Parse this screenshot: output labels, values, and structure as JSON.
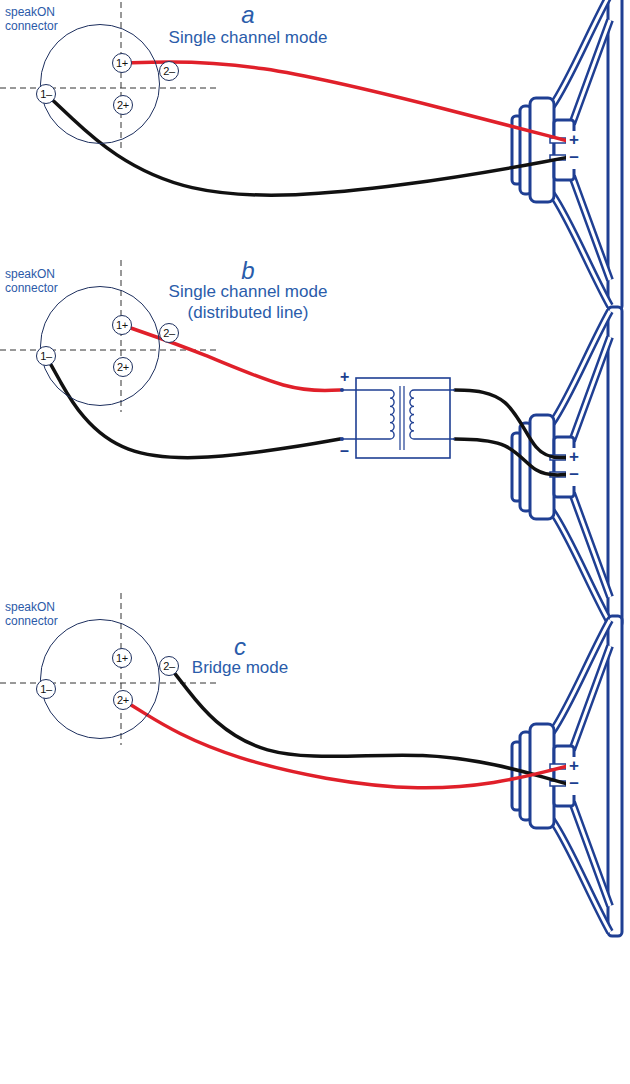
{
  "diagram": {
    "nodes": [
      {
        "text": [
          "speakON connector"
        ]
      },
      {
        "text": [
          "1+"
        ],
        "in": 0
      },
      {
        "text": [
          "2–"
        ],
        "in": 0
      },
      {
        "text": [
          "1–"
        ],
        "in": 0
      },
      {
        "text": [
          "2+"
        ],
        "in": 0
      },
      {
        "text": [
          "+",
          "–"
        ]
      },
      {
        "text": [
          "speakON connector"
        ]
      },
      {
        "text": [
          "1+"
        ],
        "in": 6
      },
      {
        "text": [
          "2–"
        ],
        "in": 6
      },
      {
        "text": [
          "1–"
        ],
        "in": 6
      },
      {
        "text": [
          "2+"
        ],
        "in": 6
      },
      {
        "text": [
          "+",
          "–"
        ]
      },
      {
        "text": [
          "+",
          "–"
        ]
      },
      {
        "text": [
          "speakON connector"
        ]
      },
      {
        "text": [
          "1+"
        ],
        "in": 13
      },
      {
        "text": [
          "2–"
        ],
        "in": 13
      },
      {
        "text": [
          "1–"
        ],
        "in": 13
      },
      {
        "text": [
          "2+"
        ],
        "in": 13
      },
      {
        "text": [
          "+",
          "–"
        ]
      }
    ],
    "edges": [
      {
        "from": 1,
        "to": 5,
        "arrow": "none"
      },
      {
        "from": 3,
        "to": 5,
        "arrow": "none"
      },
      {
        "from": 7,
        "to": 11,
        "arrow": "none"
      },
      {
        "from": 9,
        "to": 11,
        "arrow": "none"
      },
      {
        "from": 11,
        "to": 12,
        "arrow": "none"
      },
      {
        "from": 11,
        "to": 12,
        "arrow": "none"
      },
      {
        "from": 15,
        "to": 18,
        "arrow": "none"
      },
      {
        "from": 17,
        "to": 18,
        "arrow": "none"
      }
    ],
    "labels": [
      "a",
      "Single channel mode",
      "b",
      "Single channel mode (distributed line)",
      "c",
      "Bridge mode"
    ]
  }
}
